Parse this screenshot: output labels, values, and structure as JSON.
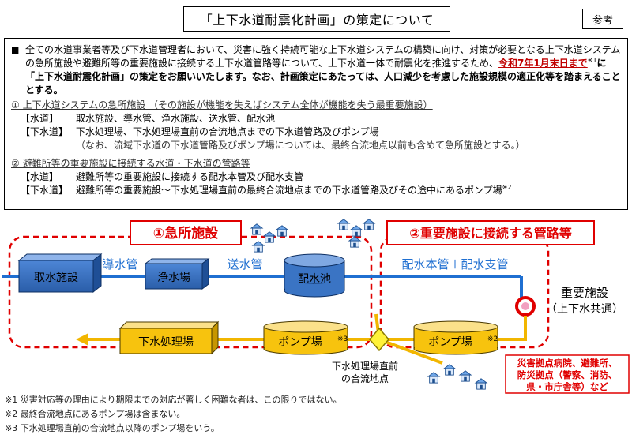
{
  "header": {
    "title": "「上下水道耐震化計画」の策定について",
    "badge": "参考"
  },
  "summary": {
    "bullet": "■",
    "para_part1": "全ての水道事業者等及び下水道管理者において、災害に強く持続可能な上下水道システムの構築に向け、対策が必要となる上下水道システムの急所施設や避難所等の重要施設に接続する上下水道管路等について、上下水道一体で耐震化を推進するため、",
    "para_deadline": "令和7年1月末日まで",
    "para_sup": "※1",
    "para_part2": "に「上下水道耐震化計画」の策定をお願いいたします。なお、計画策定にあたっては、人口減少を考慮した施設規模の適正化等を踏まえることとする。",
    "section1": {
      "title": "① 上下水道システムの急所施設 （その施設が機能を失えばシステム全体が機能を失う最重要施設）",
      "water_tag": "【水道】",
      "water_body": "取水施設、導水管、浄水施設、送水管、配水池",
      "sewer_tag": "【下水道】",
      "sewer_body": "下水処理場、下水処理場直前の合流地点までの下水道管路及びポンプ場",
      "sewer_note": "（なお、流域下水道の下水道管路及びポンプ場については、最終合流地点以前も含めて急所施設とする。）"
    },
    "section2": {
      "title": "② 避難所等の重要施設に接続する水道・下水道の管路等",
      "water_tag": "【水道】",
      "water_body": "避難所等の重要施設に接続する配水本管及び配水支管",
      "sewer_tag": "【下水道】",
      "sewer_body": "避難所等の重要施設～下水処理場直前の最終合流地点までの下水道管路及びその途中にあるポンプ場",
      "sewer_sup": "※2"
    }
  },
  "diagram": {
    "region1_label": "①急所施設",
    "region2_label": "②重要施設に接続する管路等",
    "intake": "取水施設",
    "conduit": "導水管",
    "purification": "浄水場",
    "transmission": "送水管",
    "reservoir": "配水池",
    "distribution": "配水本管＋配水支管",
    "sewage_plant": "下水処理場",
    "pump1": "ポンプ場",
    "pump1_sup": "※3",
    "pump2": "ポンプ場",
    "pump2_sup": "※2",
    "confluence_line1": "下水処理場直前",
    "confluence_line2": "の合流地点",
    "important_title": "重要施設",
    "important_sub": "（上下水共通）",
    "examples": [
      "災害拠点病院、避難所、",
      "防災拠点（警察、消防、",
      "県・市庁舎等）など"
    ],
    "colors": {
      "water_line": "#1f6fd1",
      "sewer_line": "#f2b600",
      "dashed_border": "#e00000",
      "region_label": "#e00000",
      "tank_blue": "#3a74c4",
      "tank_yellow": "#f7c30e",
      "example_box": "#e00000"
    }
  },
  "notes": [
    "※1 災害対応等の理由により期限までの対応が著しく困難な者は、この限りではない。",
    "※2 最終合流地点にあるポンプ場は含まない。",
    "※3 下水処理場直前の合流地点以降のポンプ場をいう。"
  ]
}
